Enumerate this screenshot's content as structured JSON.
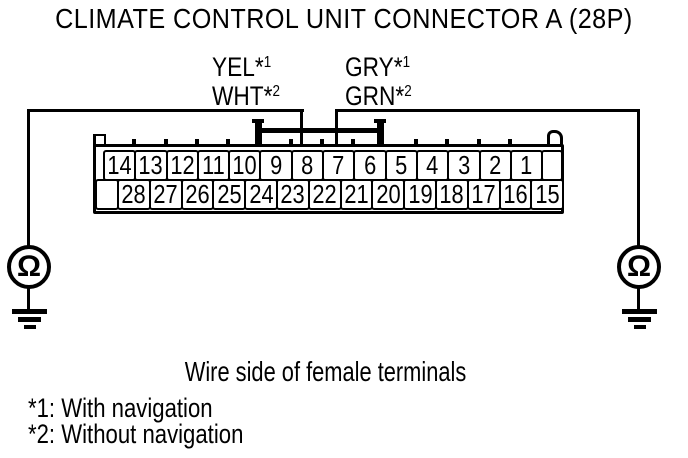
{
  "title": "CLIMATE CONTROL UNIT CONNECTOR A (28P)",
  "wire_labels": {
    "left": [
      {
        "color": "YEL",
        "footnote_ref": "*1"
      },
      {
        "color": "WHT",
        "footnote_ref": "*2"
      }
    ],
    "right": [
      {
        "color": "GRY",
        "footnote_ref": "*1"
      },
      {
        "color": "GRN",
        "footnote_ref": "*2"
      }
    ]
  },
  "connector": {
    "name": "Climate Control Unit Connector A",
    "pin_count": "28P",
    "top_row": [
      "14",
      "13",
      "12",
      "11",
      "10",
      "9",
      "8",
      "7",
      "6",
      "5",
      "4",
      "3",
      "2",
      "1",
      ""
    ],
    "bottom_row": [
      "",
      "28",
      "27",
      "26",
      "25",
      "24",
      "23",
      "22",
      "21",
      "20",
      "19",
      "18",
      "17",
      "16",
      "15"
    ],
    "probed_pins": {
      "left_wire": "8",
      "right_wire": "7"
    }
  },
  "meters": {
    "left_symbol": "Ω",
    "right_symbol": "Ω"
  },
  "caption": "Wire side of female terminals",
  "footnotes": [
    "*1: With navigation",
    "*2: Without navigation"
  ],
  "colors": {
    "ink": "#000000",
    "background": "#ffffff"
  }
}
